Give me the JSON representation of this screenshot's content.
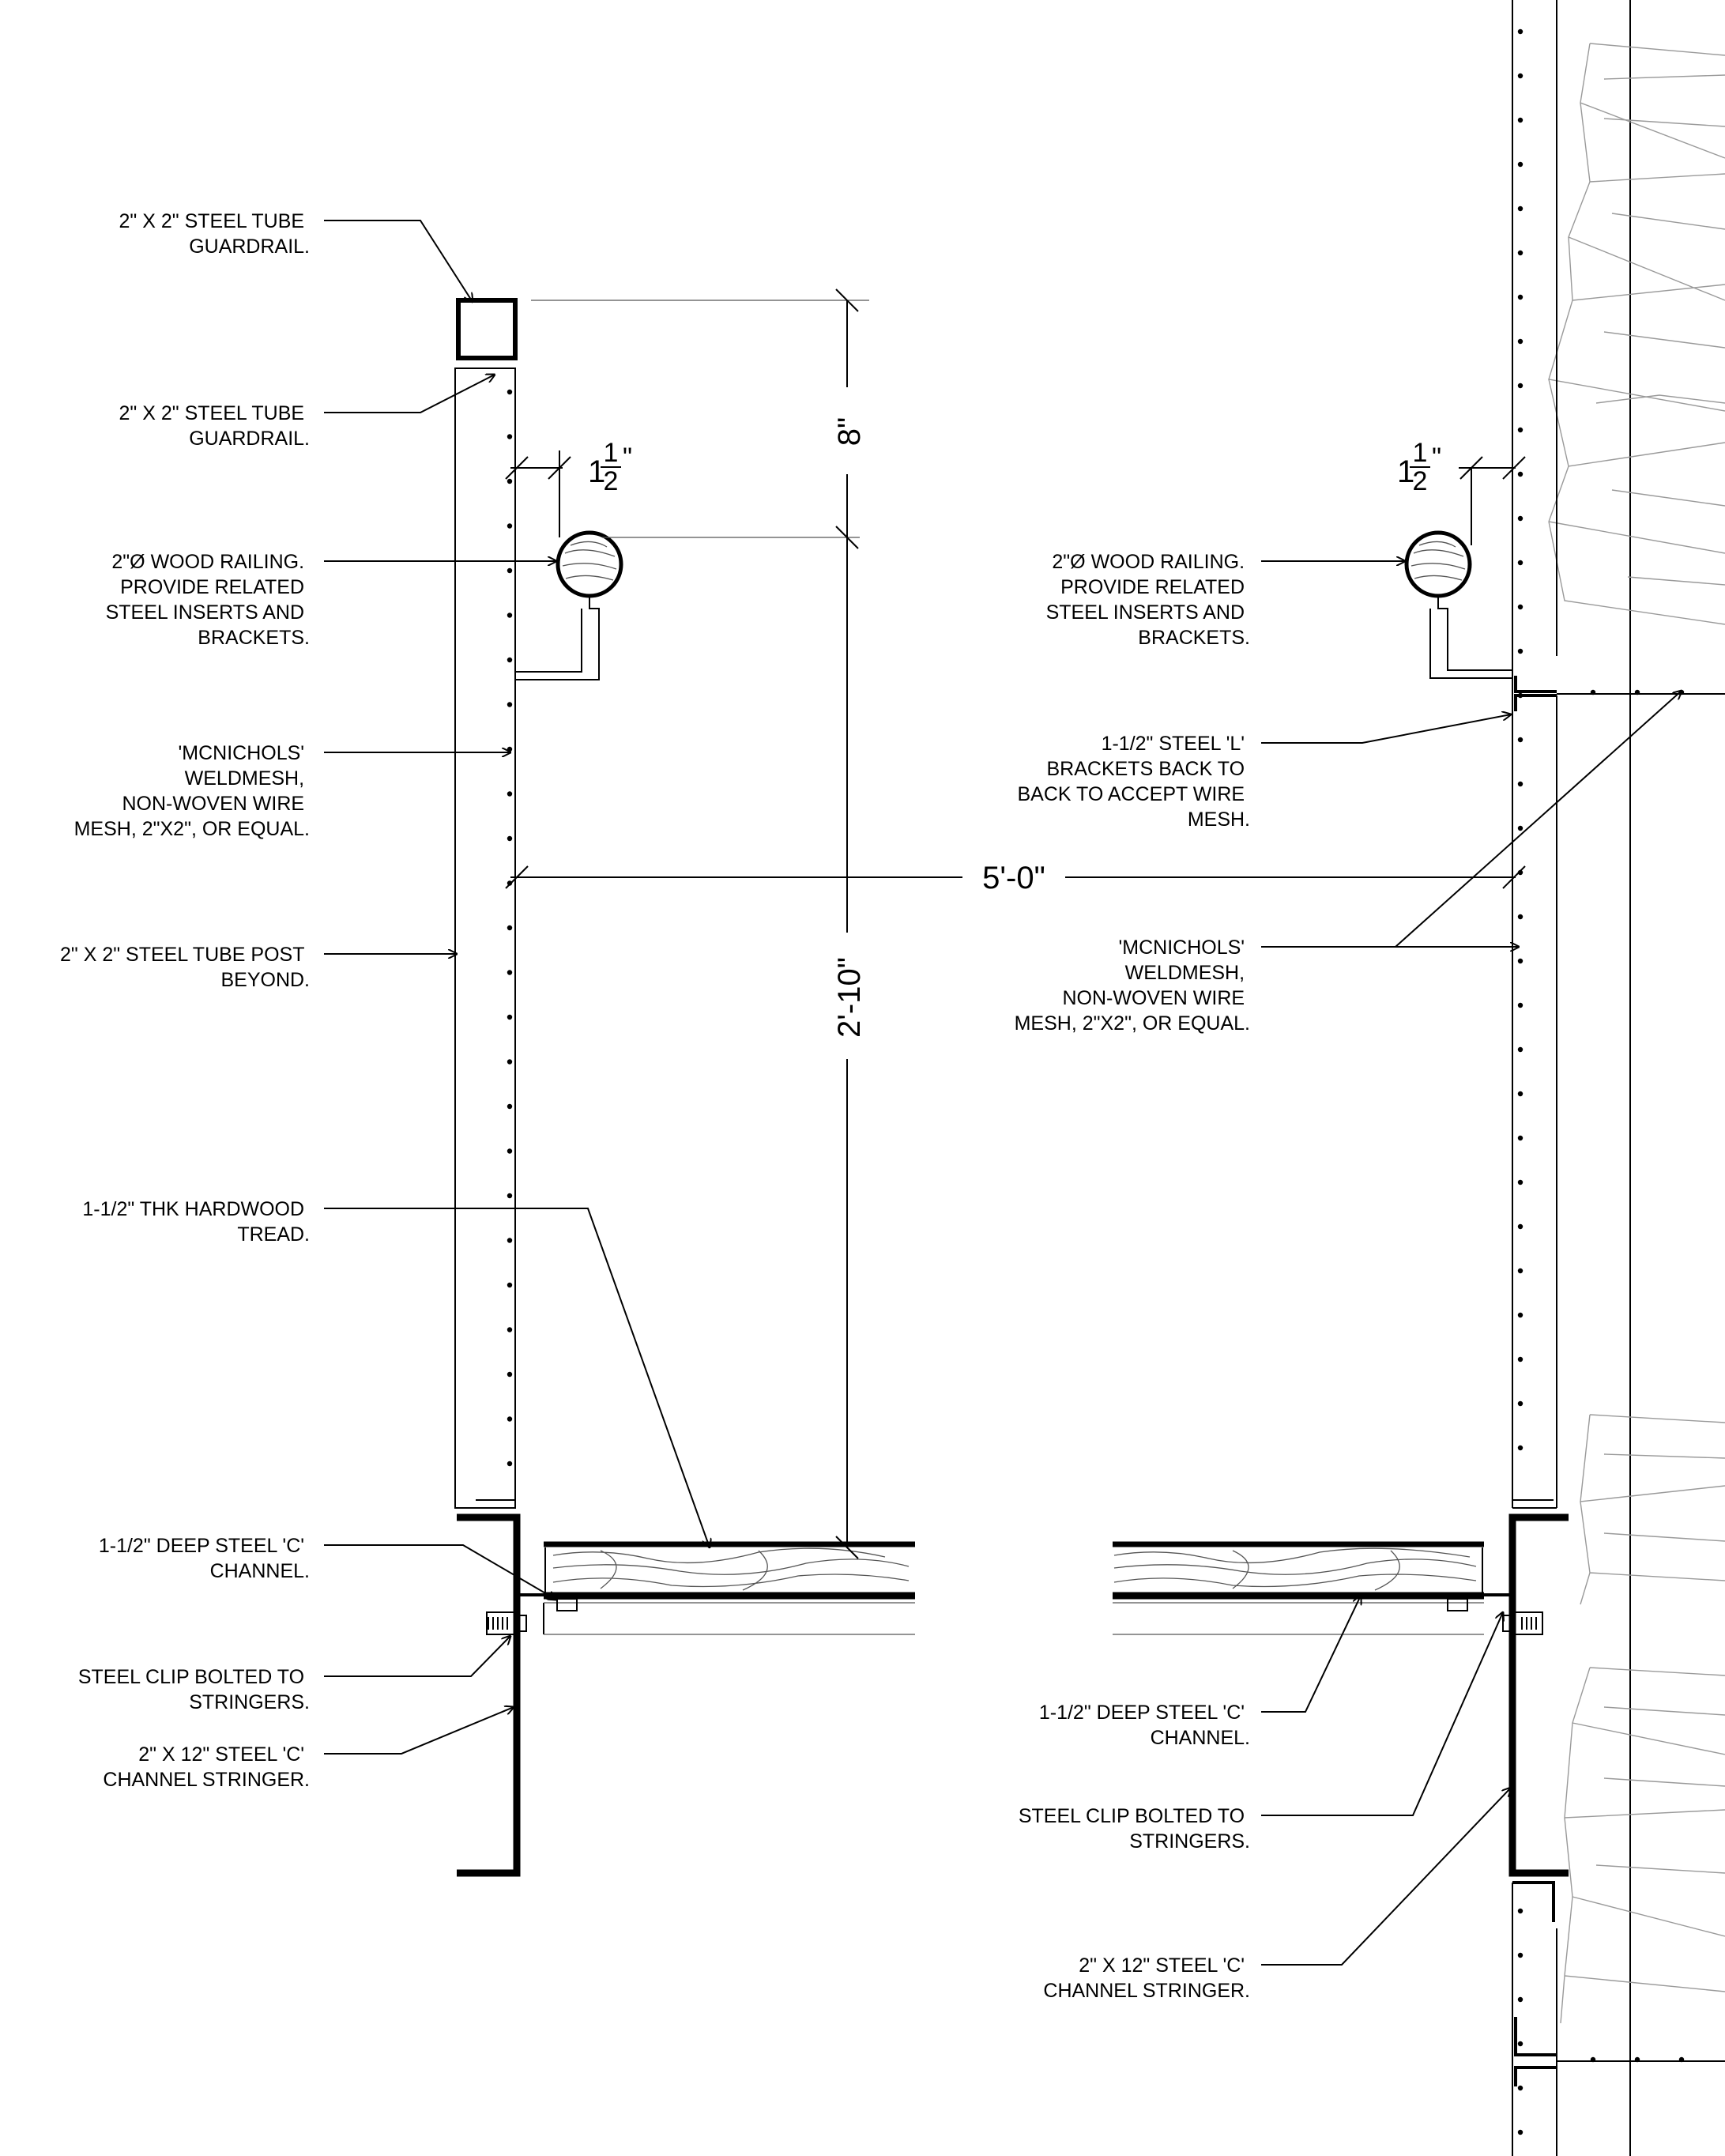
{
  "left_section": {
    "callouts": {
      "guardrail_top": [
        "2\" X 2\" STEEL TUBE",
        "GUARDRAIL."
      ],
      "guardrail_side": [
        "2\" X 2\" STEEL TUBE",
        "GUARDRAIL."
      ],
      "wood_railing": [
        "2\"Ø WOOD RAILING.",
        "PROVIDE RELATED",
        "STEEL INSERTS AND",
        "BRACKETS."
      ],
      "weldmesh": [
        "'MCNICHOLS'",
        "WELDMESH,",
        "NON-WOVEN WIRE",
        "MESH, 2\"X2\", OR EQUAL."
      ],
      "tube_post": [
        "2\" X 2\" STEEL TUBE POST",
        "BEYOND."
      ],
      "hardwood_tread": [
        "1-1/2\" THK HARDWOOD",
        "TREAD."
      ],
      "c_channel": [
        "1-1/2\" DEEP STEEL 'C'",
        "CHANNEL."
      ],
      "steel_clip": [
        "STEEL CLIP BOLTED TO",
        "STRINGERS."
      ],
      "stringer": [
        "2\" X 12\" STEEL 'C'",
        "CHANNEL STRINGER."
      ]
    },
    "dimensions": {
      "offset_whole": "1",
      "offset_num": "1",
      "offset_den": "2",
      "offset_unit": "\"",
      "rail_height": "8\"",
      "guard_height": "2'-10\""
    }
  },
  "span_dimension": "5'-0\"",
  "right_section": {
    "callouts": {
      "wood_railing": [
        "2\"Ø WOOD RAILING.",
        "PROVIDE RELATED",
        "STEEL INSERTS AND",
        "BRACKETS."
      ],
      "l_brackets": [
        "1-1/2\" STEEL 'L'",
        "BRACKETS BACK TO",
        "BACK TO ACCEPT WIRE",
        "MESH."
      ],
      "weldmesh": [
        "'MCNICHOLS'",
        "WELDMESH,",
        "NON-WOVEN WIRE",
        "MESH, 2\"X2\", OR EQUAL."
      ],
      "c_channel": [
        "1-1/2\" DEEP STEEL 'C'",
        "CHANNEL."
      ],
      "steel_clip": [
        "STEEL CLIP BOLTED TO",
        "STRINGERS."
      ],
      "stringer": [
        "2\" X 12\" STEEL 'C'",
        "CHANNEL STRINGER."
      ]
    },
    "dimensions": {
      "offset_whole": "1",
      "offset_num": "1",
      "offset_den": "2",
      "offset_unit": "\""
    }
  }
}
